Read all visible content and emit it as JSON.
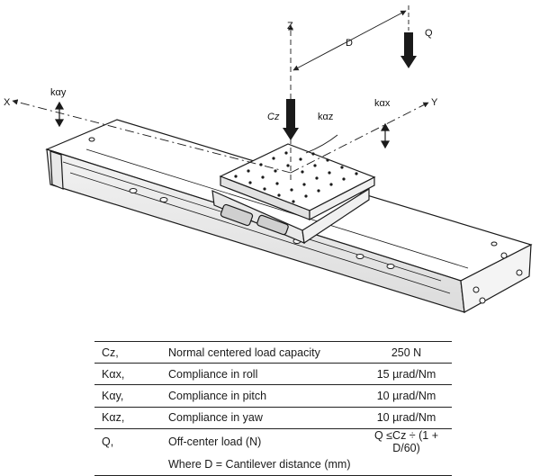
{
  "diagram": {
    "labels": {
      "z_axis": "Z",
      "x_axis": "X",
      "y_axis": "Y",
      "distance": "D",
      "off_center_load": "Q",
      "center_load": "Cz",
      "compliance_pitch": "kαy",
      "compliance_yaw": "kαz",
      "compliance_roll": "kαx"
    }
  },
  "table": {
    "rows": [
      {
        "symbol": "Cz,",
        "description": "Normal centered load capacity",
        "value": "250 N"
      },
      {
        "symbol": "Kαx,",
        "description": "Compliance in roll",
        "value": "15 µrad/Nm"
      },
      {
        "symbol": "Kαy,",
        "description": "Compliance in pitch",
        "value": "10 µrad/Nm"
      },
      {
        "symbol": "Kαz,",
        "description": "Compliance in yaw",
        "value": "10 µrad/Nm"
      },
      {
        "symbol": "Q,",
        "description": "Off-center load (N)",
        "value": "Q ≤Cz ÷ (1 + D/60)"
      }
    ],
    "note": "Where D = Cantilever distance (mm)"
  },
  "colors": {
    "line": "#1a1a1a",
    "body_fill": "#ffffff",
    "shade": "#e6e6e6",
    "arrow": "#222222"
  },
  "icons": {
    "load_arrow": "down-arrow-icon",
    "compliance_arrow": "double-arrow-icon"
  }
}
